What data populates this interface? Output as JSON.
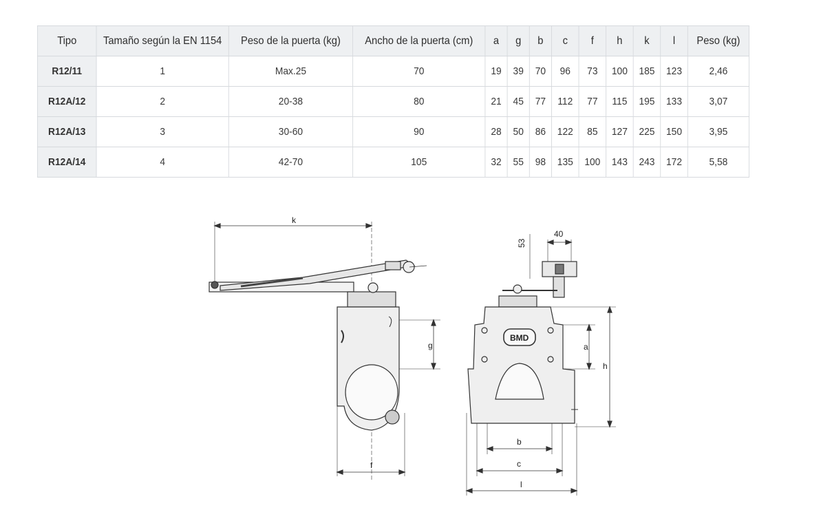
{
  "table": {
    "headers": [
      "Tipo",
      "Tamaño según la EN 1154",
      "Peso de la puerta (kg)",
      "Ancho de la puerta (cm)",
      "a",
      "g",
      "b",
      "c",
      "f",
      "h",
      "k",
      "l",
      "Peso (kg)"
    ],
    "rows": [
      [
        "R12/11",
        "1",
        "Max.25",
        "70",
        "19",
        "39",
        "70",
        "96",
        "73",
        "100",
        "185",
        "123",
        "2,46"
      ],
      [
        "R12A/12",
        "2",
        "20-38",
        "80",
        "21",
        "45",
        "77",
        "112",
        "77",
        "115",
        "195",
        "133",
        "3,07"
      ],
      [
        "R12A/13",
        "3",
        "30-60",
        "90",
        "28",
        "50",
        "86",
        "122",
        "85",
        "127",
        "225",
        "150",
        "3,95"
      ],
      [
        "R12A/14",
        "4",
        "42-70",
        "105",
        "32",
        "55",
        "98",
        "135",
        "100",
        "143",
        "243",
        "172",
        "5,58"
      ]
    ]
  },
  "drawing": {
    "labels": {
      "k": "k",
      "g": "g",
      "f": "f",
      "dim_53": "53",
      "dim_40": "40",
      "a": "a",
      "h": "h",
      "b": "b",
      "c": "c",
      "l": "l",
      "logo": "BMD"
    }
  }
}
